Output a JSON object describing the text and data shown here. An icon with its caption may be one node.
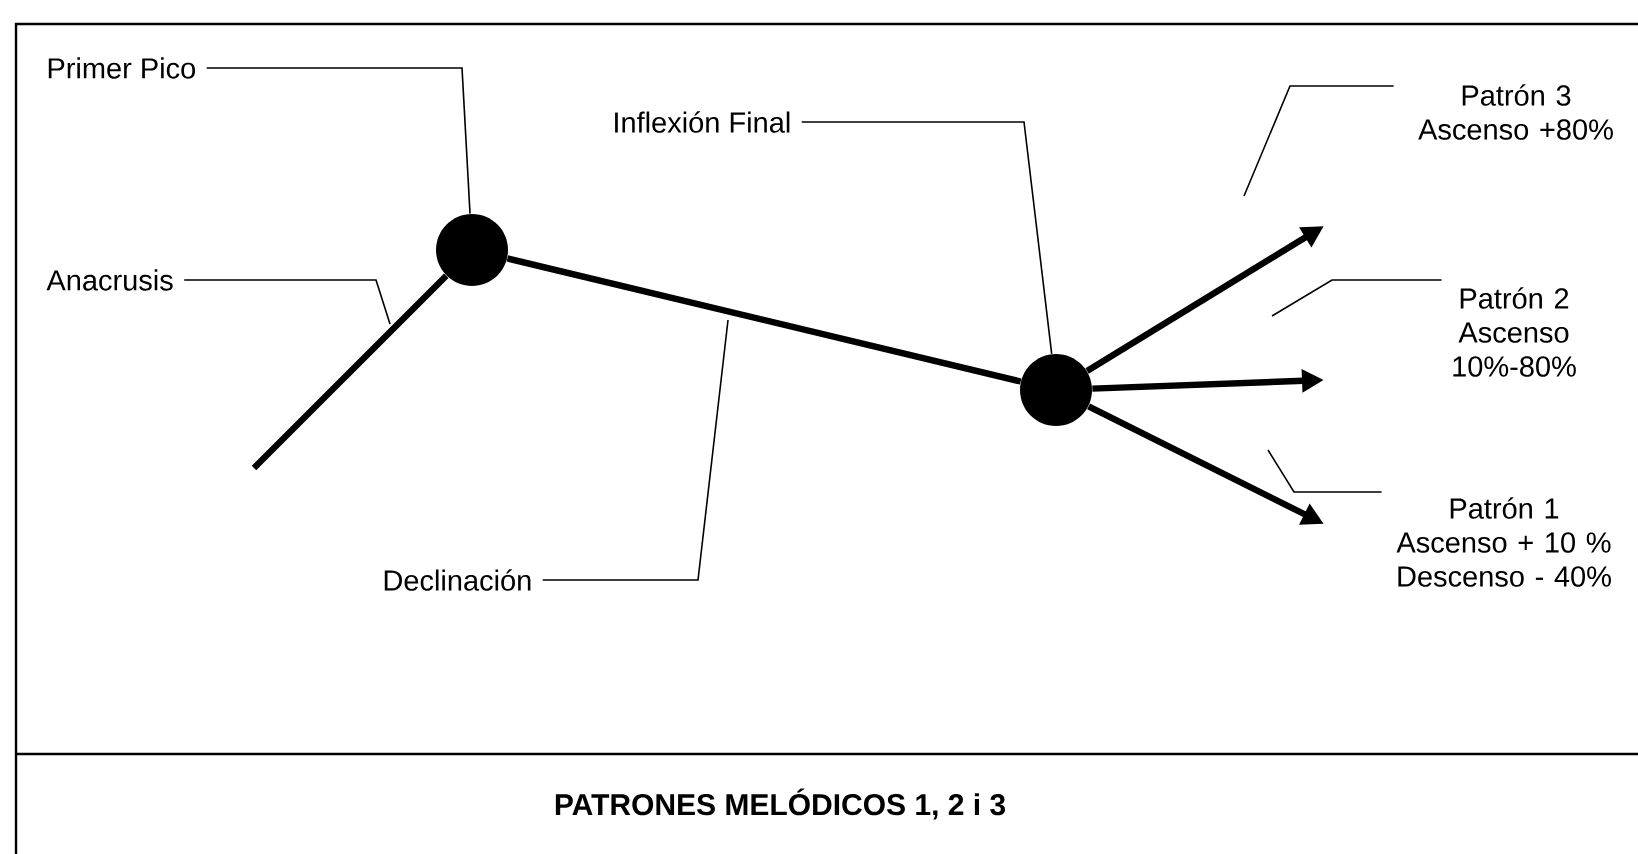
{
  "diagram": {
    "title": "PATRONES MELÓDICOS 1, 2 i 3",
    "nodes": [
      {
        "text": [],
        "shape": "circle"
      },
      {
        "text": [],
        "shape": "circle"
      },
      {
        "text": [
          "Primer Pico"
        ]
      },
      {
        "text": [
          "Anacrusis"
        ]
      },
      {
        "text": [
          "Inflexión Final"
        ]
      },
      {
        "text": [
          "Declinación"
        ]
      },
      {
        "text": [
          "Patrón 3",
          "Ascenso +80%"
        ]
      },
      {
        "text": [
          "Patrón 2",
          "Ascenso 10%-80%"
        ]
      },
      {
        "text": [
          "Patrón 1",
          "Ascenso + 10 %",
          "Descenso - 40%"
        ]
      }
    ],
    "edges": [
      {
        "from": null,
        "to": 0,
        "arrow": "none",
        "style": "thick"
      },
      {
        "from": 0,
        "to": 1,
        "arrow": "none",
        "style": "thick"
      },
      {
        "from": 1,
        "to": null,
        "arrow": "to",
        "style": "thick"
      },
      {
        "from": 1,
        "to": null,
        "arrow": "to",
        "style": "thick"
      },
      {
        "from": 1,
        "to": null,
        "arrow": "to",
        "style": "thick"
      },
      {
        "from": 2,
        "to": 0,
        "arrow": "none"
      },
      {
        "from": 3,
        "to": null,
        "arrow": "none"
      },
      {
        "from": 4,
        "to": 1,
        "arrow": "none"
      },
      {
        "from": 5,
        "to": null,
        "arrow": "none"
      },
      {
        "from": 6,
        "to": null,
        "arrow": "none"
      },
      {
        "from": 7,
        "to": null,
        "arrow": "none"
      },
      {
        "from": 8,
        "to": null,
        "arrow": "none"
      }
    ]
  }
}
